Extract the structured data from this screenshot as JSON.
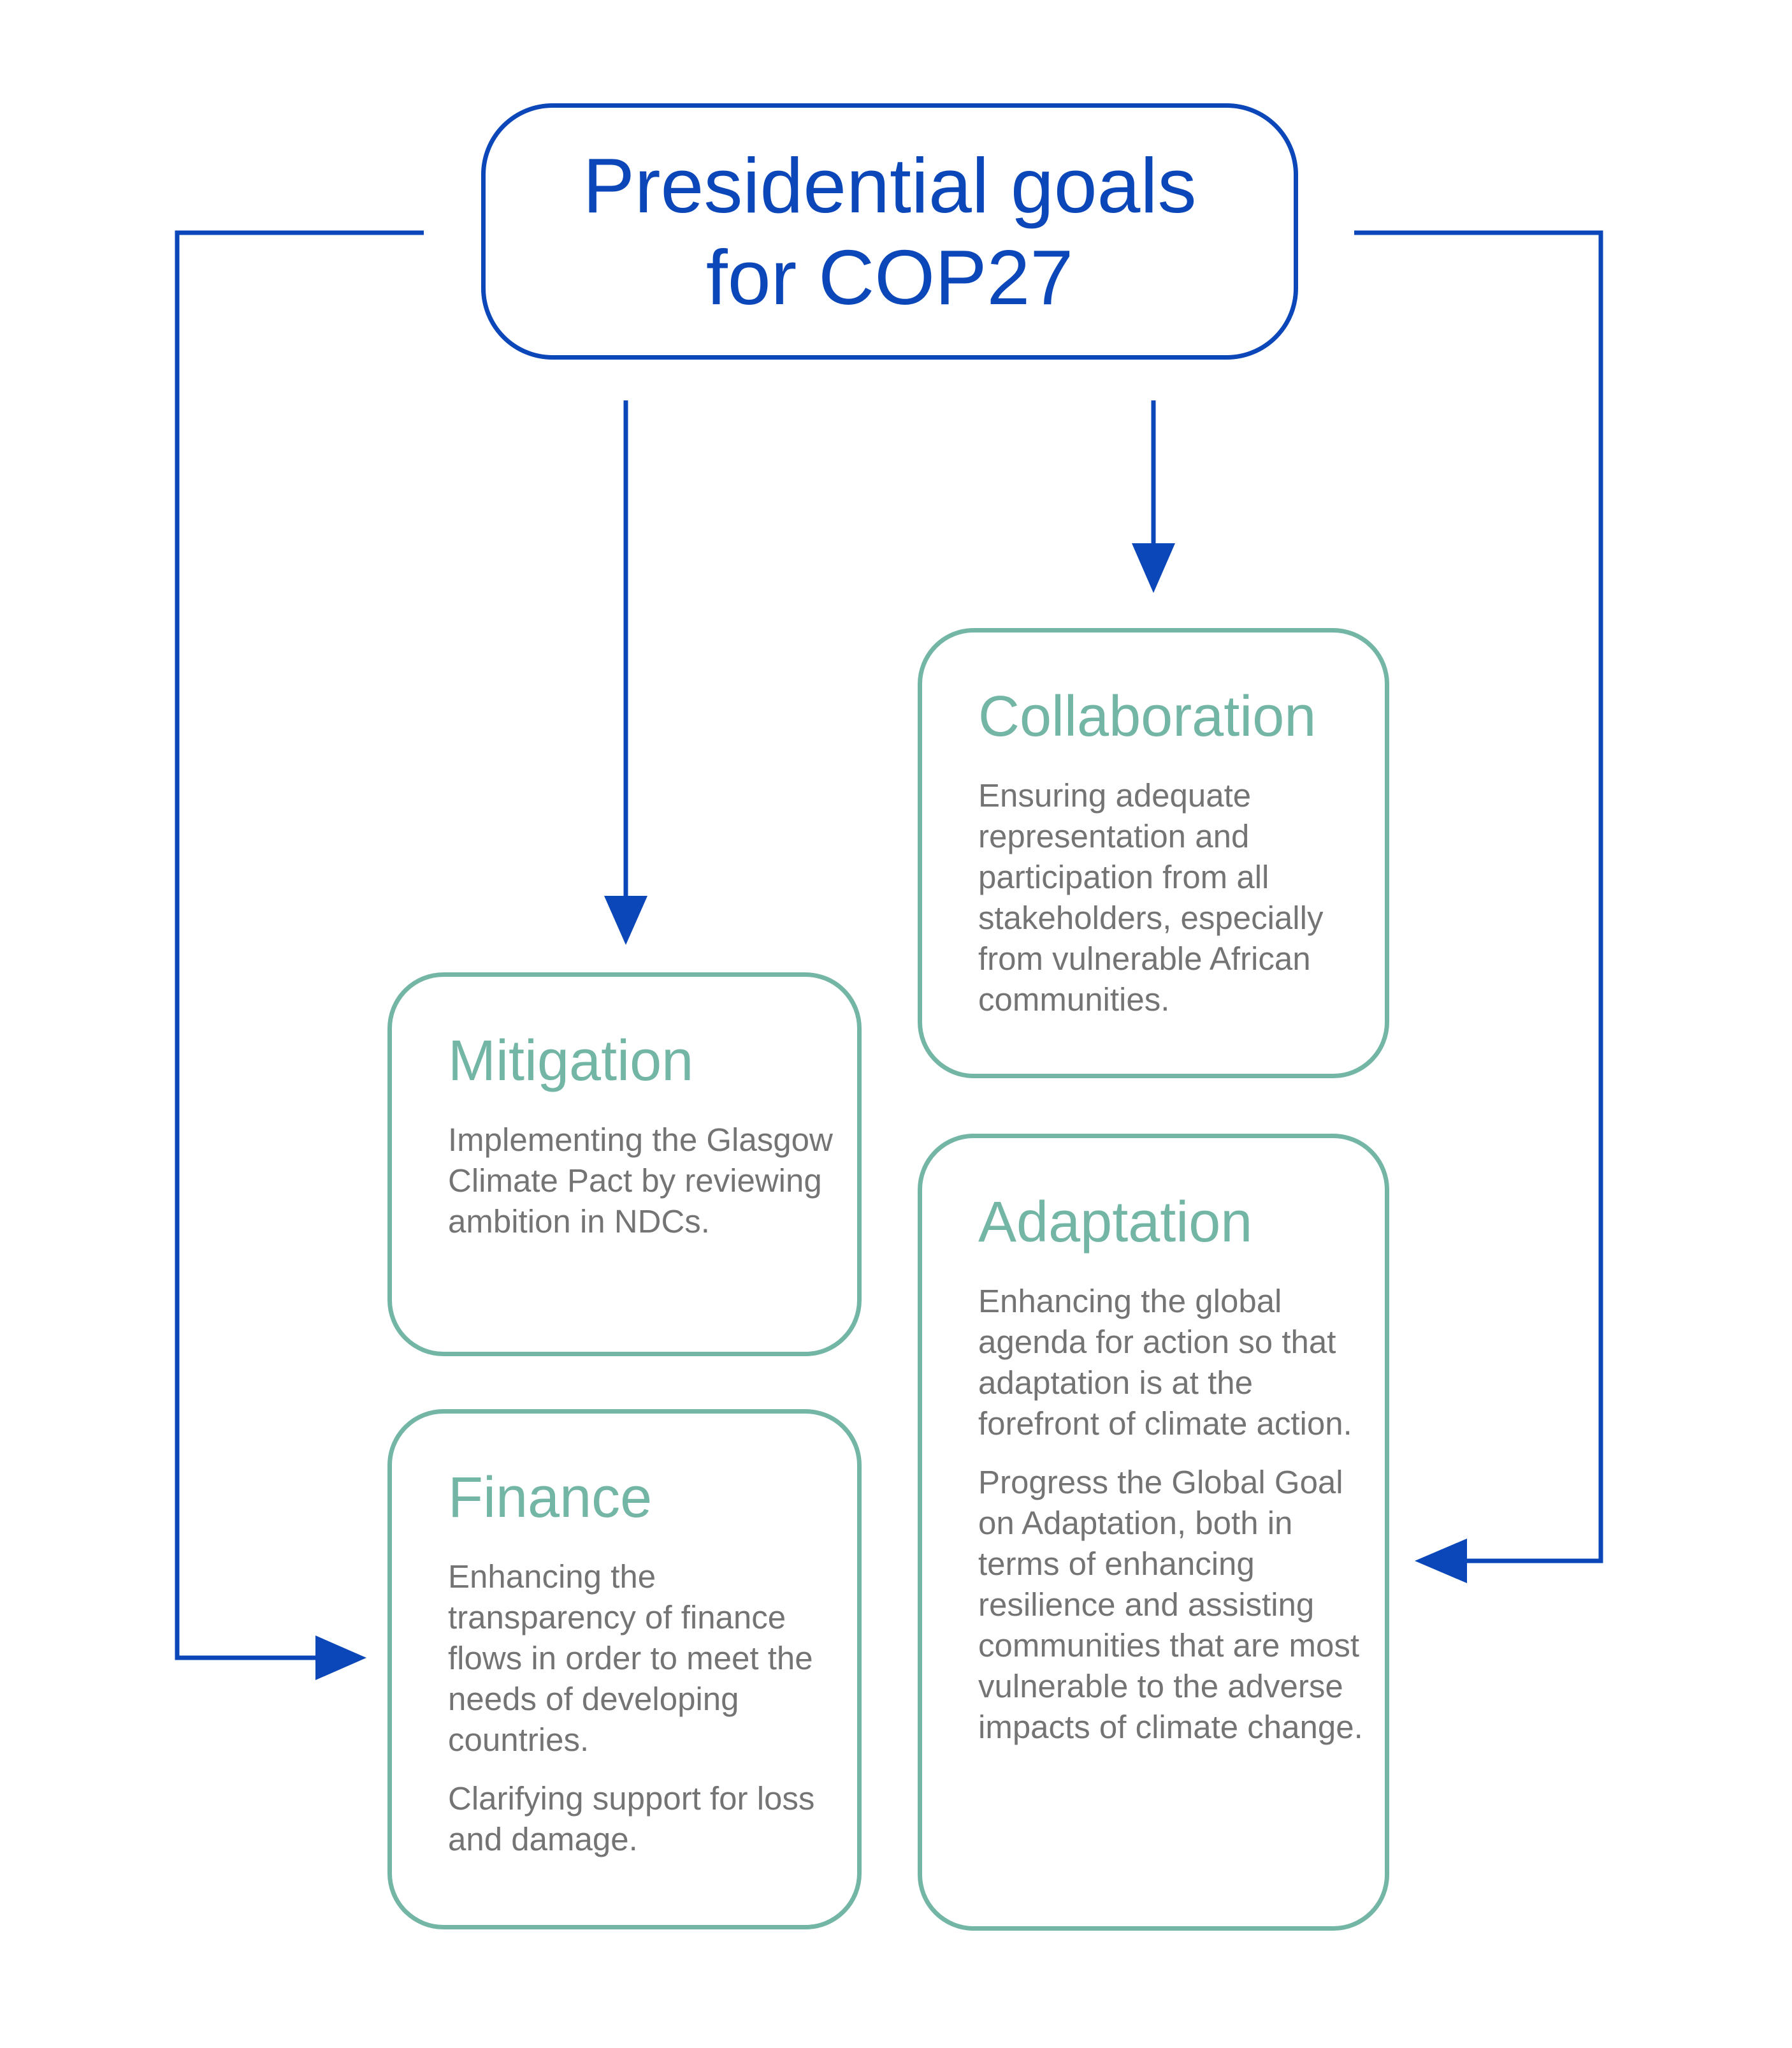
{
  "title": "Presidential goals for COP27",
  "colors": {
    "title_blue": "#0b47b8",
    "box_green": "#74b6a5",
    "body_gray": "#747474"
  },
  "goals": {
    "collaboration": {
      "heading": "Collaboration",
      "paragraphs": [
        "Ensuring adequate representation and participation from all stakeholders, especially from vulnerable African communities."
      ]
    },
    "mitigation": {
      "heading": "Mitigation",
      "paragraphs": [
        "Implementing the Glasgow Climate Pact by reviewing ambition in NDCs."
      ]
    },
    "finance": {
      "heading": "Finance",
      "paragraphs": [
        "Enhancing the transparency of finance flows in order to meet the needs of developing countries.",
        "Clarifying support for loss and damage."
      ]
    },
    "adaptation": {
      "heading": "Adaptation",
      "paragraphs": [
        "Enhancing the global agenda for action so that adaptation is at the forefront of climate action.",
        "Progress the Global Goal on Adaptation, both in terms of enhancing resilience and assisting communities that are most vulnerable to the adverse impacts of climate change."
      ]
    }
  },
  "connections": [
    {
      "from": "title",
      "to": "collaboration"
    },
    {
      "from": "title",
      "to": "mitigation"
    },
    {
      "from": "title",
      "to": "finance"
    },
    {
      "from": "title",
      "to": "adaptation"
    }
  ]
}
